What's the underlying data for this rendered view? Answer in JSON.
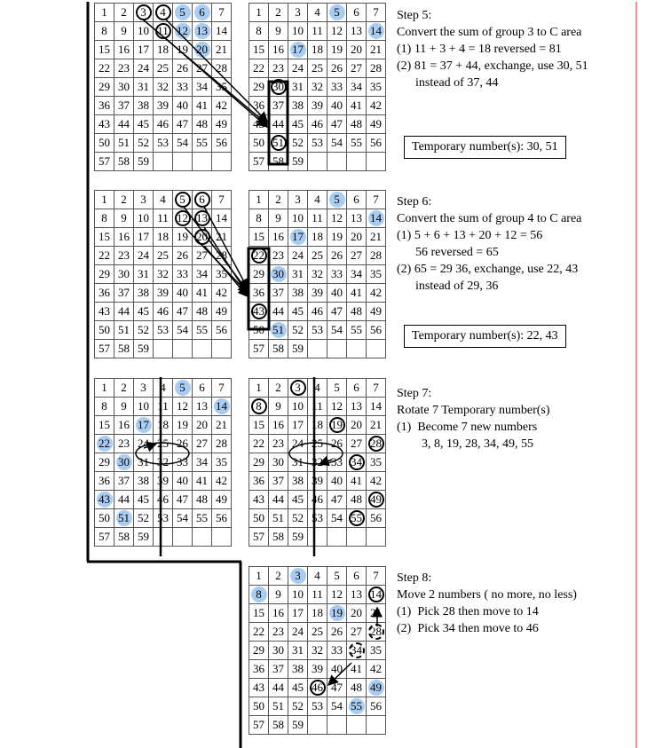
{
  "grid_numbers": [
    1,
    2,
    3,
    4,
    5,
    6,
    7,
    8,
    9,
    10,
    11,
    12,
    13,
    14,
    15,
    16,
    17,
    18,
    19,
    20,
    21,
    22,
    23,
    24,
    25,
    26,
    27,
    28,
    29,
    30,
    31,
    32,
    33,
    34,
    35,
    36,
    37,
    38,
    39,
    40,
    41,
    42,
    43,
    44,
    45,
    46,
    47,
    48,
    49,
    50,
    51,
    52,
    53,
    54,
    55,
    56,
    57,
    58,
    59
  ],
  "highlight_color": "#a9cdf2",
  "grids": [
    {
      "id": "g5l",
      "highlight": [
        5,
        6,
        12,
        13,
        20
      ],
      "circle": [
        3,
        4,
        11
      ],
      "dashed": []
    },
    {
      "id": "g5r",
      "highlight": [
        5,
        14,
        17
      ],
      "circle": [
        30,
        51
      ],
      "dashed": []
    },
    {
      "id": "g6l",
      "highlight": [],
      "circle": [
        5,
        6,
        12,
        13,
        20
      ],
      "dashed": []
    },
    {
      "id": "g6r",
      "highlight": [
        5,
        14,
        17,
        30,
        51
      ],
      "circle": [
        22,
        43
      ],
      "dashed": []
    },
    {
      "id": "g7l",
      "highlight": [
        5,
        14,
        17,
        22,
        30,
        43,
        51
      ],
      "circle": [],
      "dashed": []
    },
    {
      "id": "g7r",
      "highlight": [],
      "circle": [
        3,
        8,
        19,
        28,
        34,
        49,
        55
      ],
      "dashed": []
    },
    {
      "id": "g8",
      "highlight": [
        3,
        8,
        19,
        49,
        55
      ],
      "circle": [
        14,
        46
      ],
      "dashed": [
        28,
        34
      ]
    }
  ],
  "steps": [
    {
      "title": "Step 5:",
      "lines": [
        "Convert the sum of group 3 to C area",
        "(1) 11 + 3 + 4 = 18 reversed = 81",
        "(2) 81 = 37 + 44, exchange, use 30, 51",
        "      instead of 37, 44"
      ]
    },
    {
      "title": "Step 6:",
      "lines": [
        "Convert the sum of group 4 to C area",
        "(1) 5 + 6 + 13 + 20 + 12 = 56",
        "      56 reversed = 65",
        "(2) 65 = 29 36, exchange, use 22, 43",
        "      instead of 29, 36"
      ]
    },
    {
      "title": "Step 7:",
      "lines": [
        "Rotate 7 Temporary number(s)",
        "(1)  Become 7 new numbers",
        "        3, 8, 19, 28, 34, 49, 55"
      ]
    },
    {
      "title": "Step 8:",
      "lines": [
        "Move 2 numbers ( no more, no less)",
        "(1)  Pick 28 then move to 14",
        "(2)  Pick 34 then move to 46"
      ]
    }
  ],
  "temp_boxes": [
    "Temporary number(s):  30, 51",
    "Temporary number(s):  22, 43"
  ]
}
